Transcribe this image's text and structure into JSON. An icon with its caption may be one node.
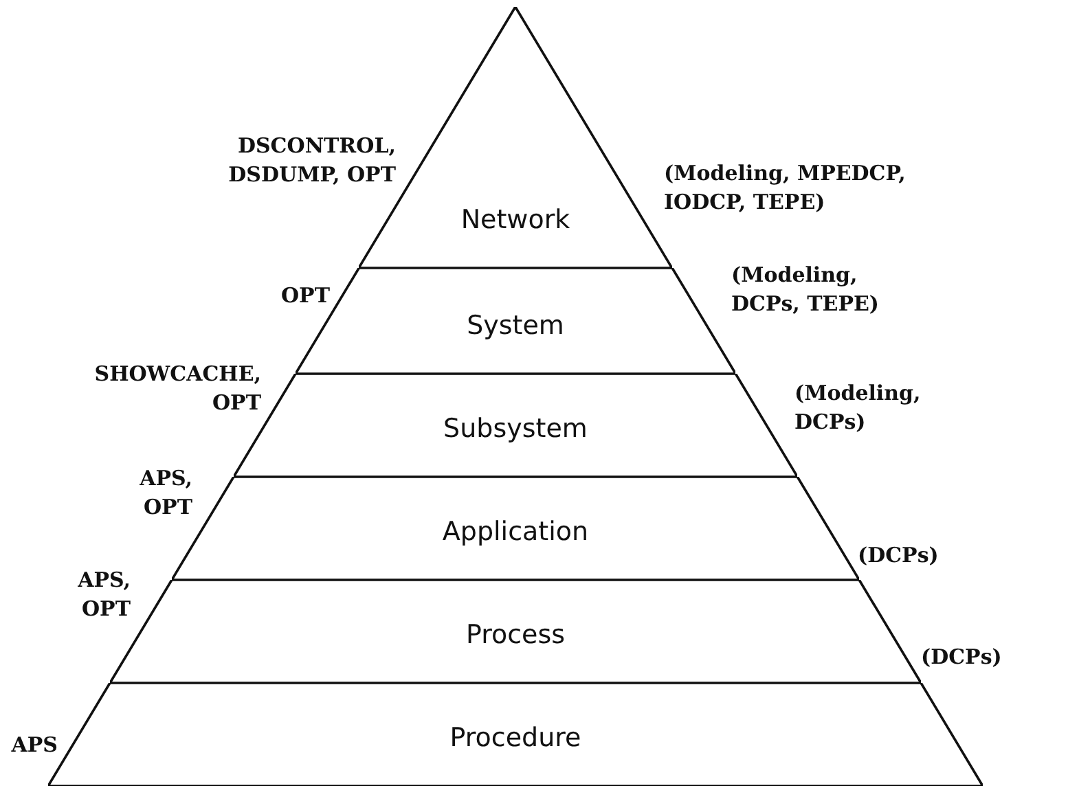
{
  "diagram": {
    "nodes": [
      {
        "text": [
          "Network"
        ],
        "beside": [
          "DSCONTROL, DSDUMP, OPT",
          "(Modeling, MPEDCP, IODCP, TEPE)"
        ]
      },
      {
        "text": [
          "System"
        ],
        "beside": [
          "OPT",
          "(Modeling, DCPs, TEPE)"
        ]
      },
      {
        "text": [
          "Subsystem"
        ],
        "beside": [
          "SHOWCACHE, OPT",
          "(Modeling, DCPs)"
        ]
      },
      {
        "text": [
          "Application"
        ],
        "beside": [
          "APS, OPT",
          "(DCPs)"
        ]
      },
      {
        "text": [
          "Process"
        ],
        "beside": [
          "APS, OPT",
          "(DCPs)"
        ]
      },
      {
        "text": [
          "Procedure"
        ],
        "beside": [
          "APS"
        ]
      }
    ]
  }
}
